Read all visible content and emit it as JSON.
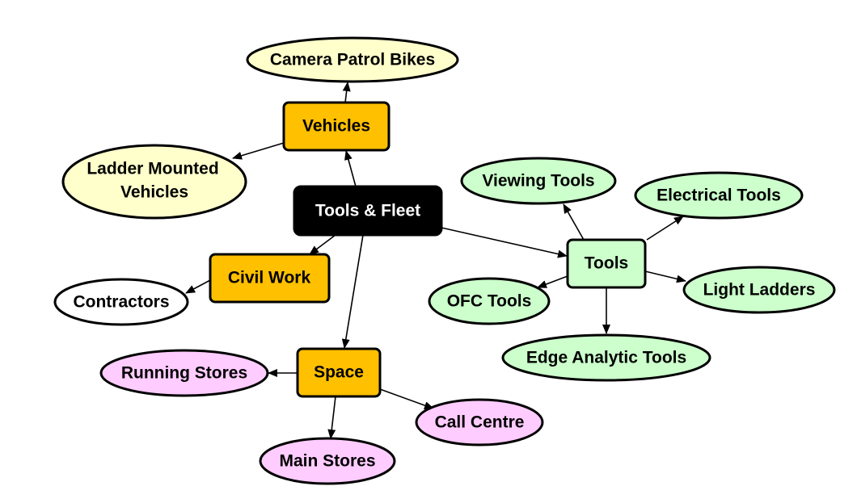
{
  "colors": {
    "root_fill": "#000000",
    "category_fill": "#ffc000",
    "tools_fill": "#ccffcc",
    "vehicle_leaf_fill": "#ffffcc",
    "space_leaf_fill": "#ffccff",
    "contractor_fill": "#ffffff"
  },
  "nodes": {
    "root": {
      "label": "Tools & Fleet"
    },
    "vehicles": {
      "label": "Vehicles"
    },
    "camera_patrol_bikes": {
      "label": "Camera Patrol Bikes"
    },
    "ladder_mounted_vehicles": {
      "label_line1": "Ladder Mounted",
      "label_line2": "Vehicles"
    },
    "civil_work": {
      "label": "Civil Work"
    },
    "contractors": {
      "label": "Contractors"
    },
    "space": {
      "label": "Space"
    },
    "running_stores": {
      "label": "Running Stores"
    },
    "main_stores": {
      "label": "Main Stores"
    },
    "call_centre": {
      "label": "Call Centre"
    },
    "tools": {
      "label": "Tools"
    },
    "viewing_tools": {
      "label": "Viewing Tools"
    },
    "electrical_tools": {
      "label": "Electrical Tools"
    },
    "ofc_tools": {
      "label": "OFC Tools"
    },
    "light_ladders": {
      "label": "Light Ladders"
    },
    "edge_analytic_tools": {
      "label": "Edge Analytic Tools"
    }
  },
  "edges": [
    [
      "root",
      "vehicles"
    ],
    [
      "vehicles",
      "camera_patrol_bikes"
    ],
    [
      "vehicles",
      "ladder_mounted_vehicles"
    ],
    [
      "root",
      "civil_work"
    ],
    [
      "civil_work",
      "contractors"
    ],
    [
      "root",
      "space"
    ],
    [
      "space",
      "running_stores"
    ],
    [
      "space",
      "main_stores"
    ],
    [
      "space",
      "call_centre"
    ],
    [
      "root",
      "tools"
    ],
    [
      "tools",
      "viewing_tools"
    ],
    [
      "tools",
      "electrical_tools"
    ],
    [
      "tools",
      "ofc_tools"
    ],
    [
      "tools",
      "light_ladders"
    ],
    [
      "tools",
      "edge_analytic_tools"
    ]
  ]
}
